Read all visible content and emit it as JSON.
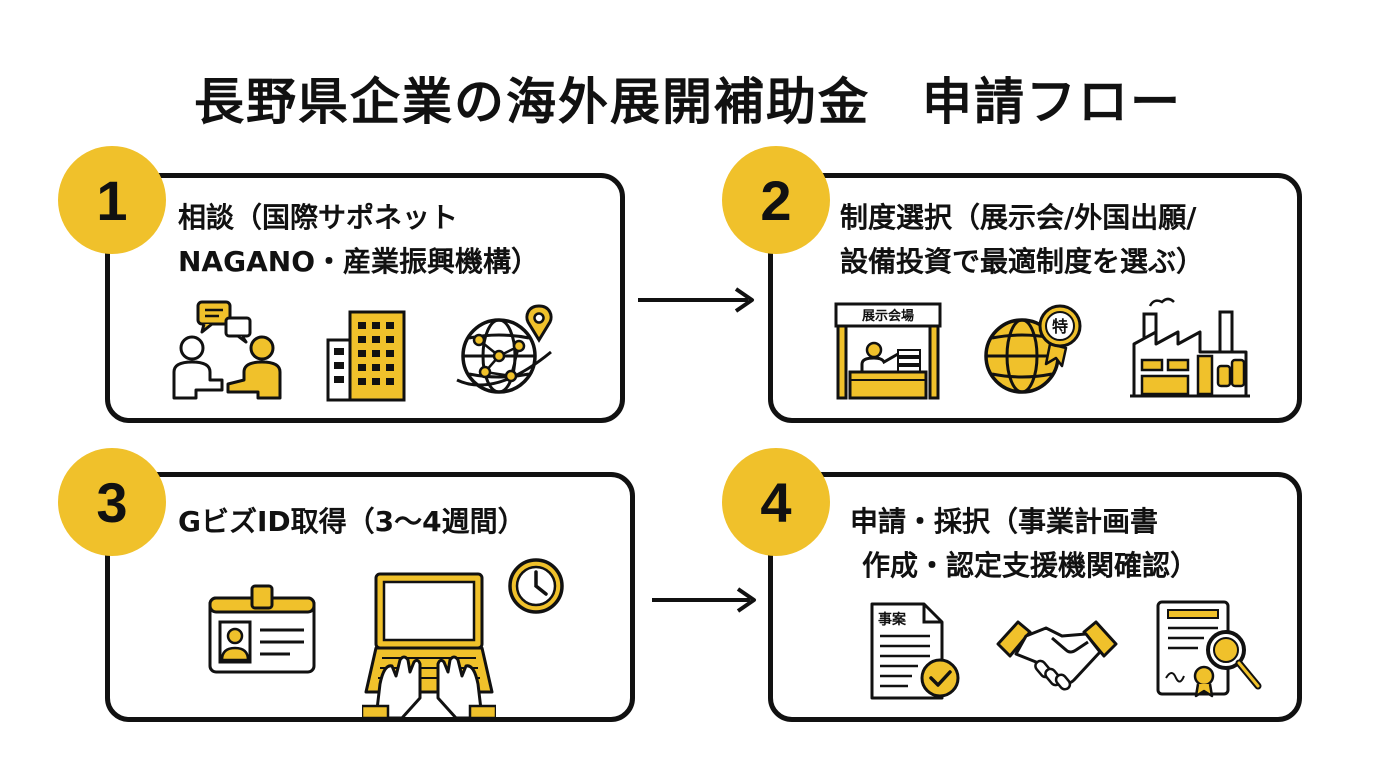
{
  "title": "長野県企業の海外展開補助金　申請フロー",
  "steps": [
    {
      "number": "1",
      "line1": "相談（国際サポネット",
      "line2": "NAGANO・産業振興機構）",
      "icons": [
        "consultation-icon",
        "office-building-icon",
        "global-network-icon"
      ]
    },
    {
      "number": "2",
      "line1": "制度選択（展示会/外国出願/",
      "line2": "設備投資で最適制度を選ぶ）",
      "icons": [
        "exhibition-booth-icon",
        "patent-globe-icon",
        "factory-icon"
      ],
      "booth_sign": "展示会場",
      "patent_badge": "特"
    },
    {
      "number": "3",
      "line1": "GビズID取得（3〜4週間）",
      "line2": "",
      "icons": [
        "id-card-icon",
        "laptop-typing-icon",
        "clock-icon"
      ]
    },
    {
      "number": "4",
      "line1": "申請・採択（事業計画書",
      "line2": "作成・認定支援機関確認）",
      "icons": [
        "business-plan-document-icon",
        "handshake-icon",
        "certificate-review-icon"
      ],
      "doc_label": "事案"
    }
  ],
  "colors": {
    "accent": "#f0c12b",
    "outline": "#111111",
    "background": "#ffffff"
  }
}
